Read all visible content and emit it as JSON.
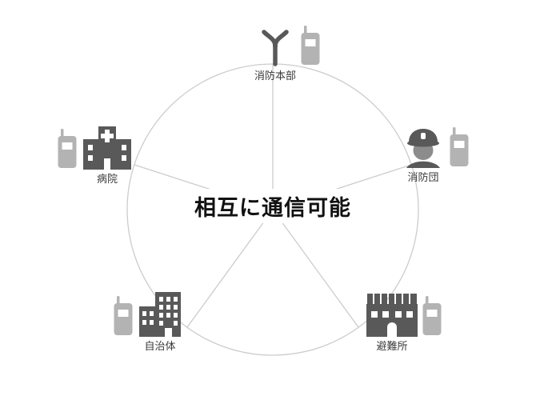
{
  "title": "相互に通信可能",
  "nodes": [
    {
      "id": "fire-headquarters",
      "label": "消防本部",
      "icon": "antenna-icon",
      "radio_side": "right"
    },
    {
      "id": "fire-brigade",
      "label": "消防団",
      "icon": "firefighter-icon",
      "radio_side": "right"
    },
    {
      "id": "hospital",
      "label": "病院",
      "icon": "hospital-icon",
      "radio_side": "left"
    },
    {
      "id": "municipality",
      "label": "自治体",
      "icon": "office-building-icon",
      "radio_side": "left"
    },
    {
      "id": "shelter",
      "label": "避難所",
      "icon": "shelter-building-icon",
      "radio_side": "right"
    }
  ],
  "colors": {
    "icon_dark": "#595959",
    "icon_face": "#8c8c8c",
    "icon_light": "#b3b3b3",
    "line": "#cccccc",
    "label_text": "#3a3a3a",
    "title_text": "#111111"
  }
}
